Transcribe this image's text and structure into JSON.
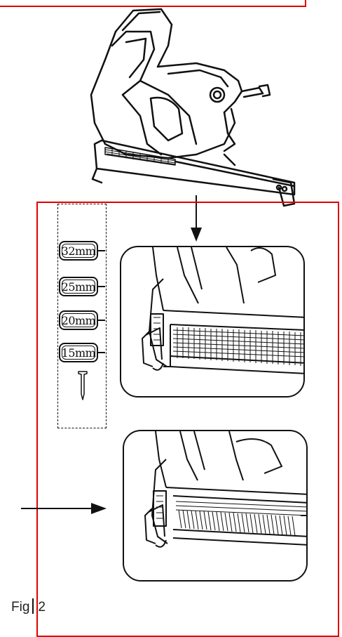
{
  "figure": {
    "label": "Fig",
    "number": "2"
  },
  "gauge": {
    "sizes": [
      "32mm",
      "25mm",
      "20mm",
      "15mm"
    ]
  },
  "colors": {
    "frame": "#e00000",
    "ink": "#111111"
  },
  "icons": [
    "nail-gun-icon",
    "nail-icon",
    "magazine-closeup-icon",
    "magazine-loaded-closeup-icon",
    "arrow-down-icon",
    "arrow-right-icon"
  ]
}
